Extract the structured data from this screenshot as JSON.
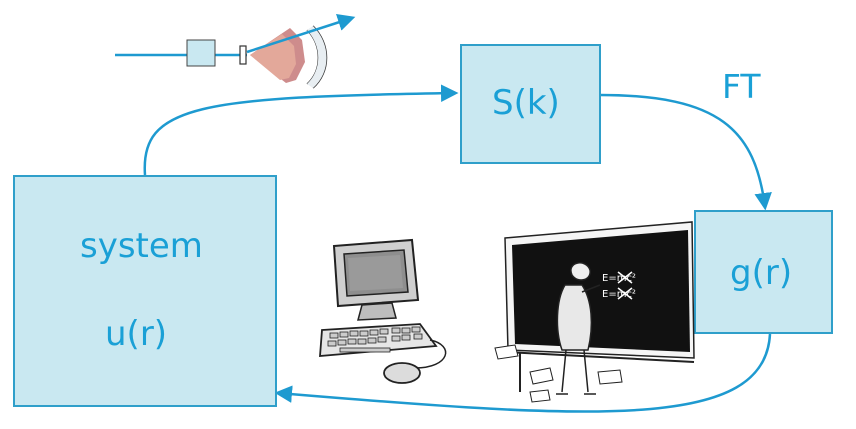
{
  "system_box": {
    "line1": "system",
    "line2": "u(r)"
  },
  "sk_box": {
    "label": "S(k)"
  },
  "gr_box": {
    "label": "g(r)"
  },
  "ft_label": "FT",
  "chalkboard": {
    "eq1": "E=mc²",
    "eq2": "E=mc²"
  },
  "colors": {
    "box_fill": "#c9e8f1",
    "box_border": "#2f9fca",
    "arrow": "#1e9ad0",
    "text": "#1aa0d6"
  }
}
